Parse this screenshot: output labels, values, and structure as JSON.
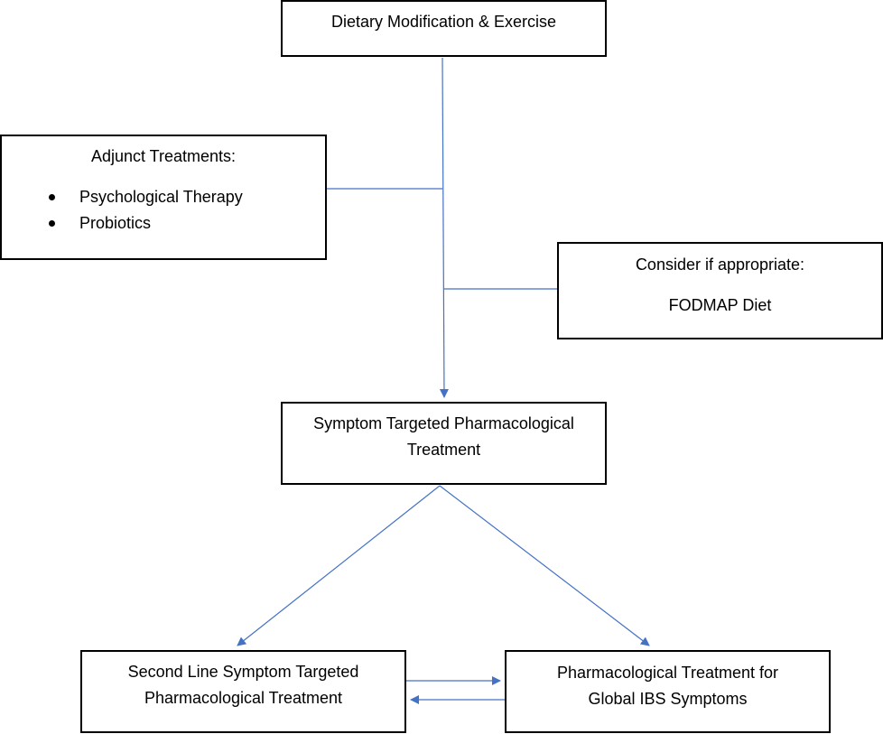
{
  "nodes": {
    "dietary": {
      "label": "Dietary Modification & Exercise"
    },
    "adjunct": {
      "title": "Adjunct Treatments:",
      "items": [
        "Psychological Therapy",
        "Probiotics"
      ]
    },
    "consider": {
      "title": "Consider if appropriate:",
      "item": "FODMAP Diet"
    },
    "symptom": {
      "line1": "Symptom Targeted Pharmacological",
      "line2": "Treatment"
    },
    "second": {
      "line1": "Second Line Symptom Targeted",
      "line2": "Pharmacological Treatment"
    },
    "global": {
      "line1": "Pharmacological Treatment for",
      "line2": "Global IBS Symptoms"
    }
  },
  "colors": {
    "connector": "#4472c4",
    "border": "#000000"
  }
}
